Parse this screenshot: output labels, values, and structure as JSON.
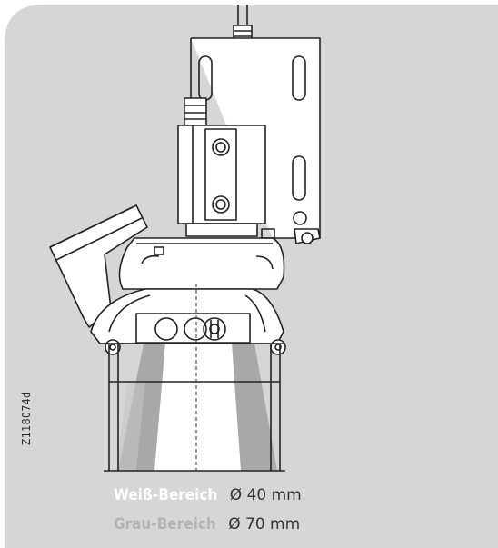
{
  "figure_id": "Z118074d",
  "legend": [
    {
      "label": "Weiß-Bereich",
      "value": "Ø 40 mm",
      "color": "#ffffff"
    },
    {
      "label": "Grau-Bereich",
      "value": "Ø 70 mm",
      "color": "#b4b4b4"
    }
  ],
  "colors": {
    "panel_background": "#d6d6d6",
    "line": "#222222",
    "grey_zone": "#a8a8a8",
    "white_zone": "#ffffff"
  }
}
